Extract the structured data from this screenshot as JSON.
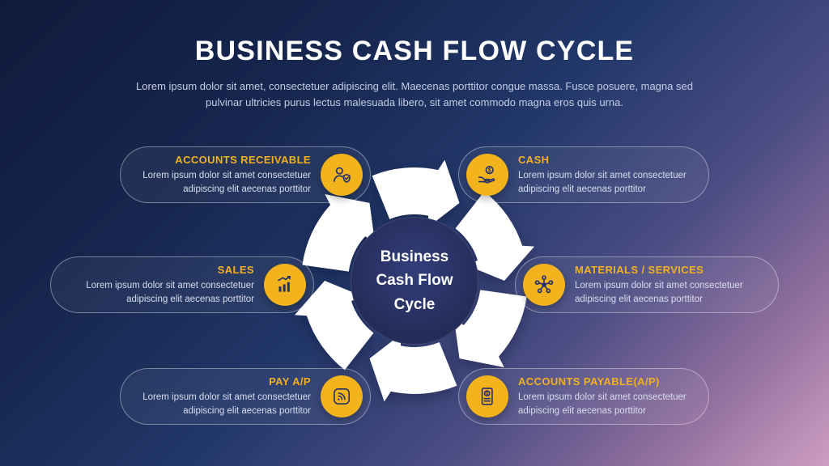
{
  "header": {
    "title": "BUSINESS CASH FLOW CYCLE",
    "subtitle": "Lorem ipsum dolor sit amet, consectetuer adipiscing elit. Maecenas porttitor congue massa. Fusce posuere, magna sed pulvinar ultricies purus lectus malesuada libero, sit amet commodo magna eros quis urna."
  },
  "center": {
    "lines": [
      "Business",
      "Cash Flow",
      "Cycle"
    ]
  },
  "items": [
    {
      "title": "ACCOUNTS RECEIVABLE",
      "description": "Lorem ipsum dolor sit amet consectetuer adipiscing elit aecenas porttitor",
      "icon": "person-shield-icon"
    },
    {
      "title": "CASH",
      "description": "Lorem ipsum dolor sit amet consectetuer adipiscing elit aecenas porttitor",
      "icon": "hand-coin-icon"
    },
    {
      "title": "SALES",
      "description": "Lorem ipsum dolor sit amet consectetuer adipiscing elit aecenas porttitor",
      "icon": "bar-chart-icon"
    },
    {
      "title": "MATERIALS / SERVICES",
      "description": "Lorem ipsum dolor sit amet consectetuer adipiscing elit aecenas porttitor",
      "icon": "molecule-icon"
    },
    {
      "title": "PAY A/P",
      "description": "Lorem ipsum dolor sit amet consectetuer adipiscing elit aecenas porttitor",
      "icon": "contactless-icon"
    },
    {
      "title": "ACCOUNTS PAYABLE(A/P)",
      "description": "Lorem ipsum dolor sit amet consectetuer adipiscing elit aecenas porttitor",
      "icon": "invoice-icon"
    }
  ],
  "colors": {
    "accent_yellow": "#F2B01E",
    "icon_badge_yellow": "#F2B31C",
    "icon_glyph_navy": "#233068",
    "center_circle_navy": "#262E5C",
    "background_top_left": "#101B3C",
    "background_bottom_right": "#CF9EC2",
    "title_white": "#FFFFFF",
    "body_text": "#D9DEEE",
    "arrow_white": "#FFFFFF"
  }
}
